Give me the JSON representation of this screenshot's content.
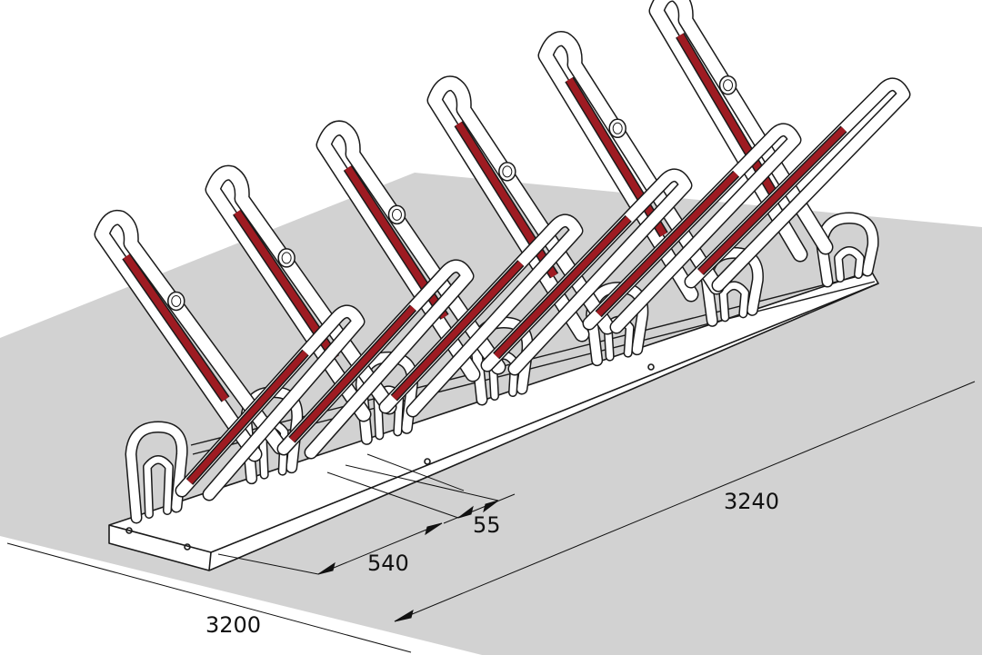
{
  "dimensions": {
    "total_length": "3240",
    "gap": "55",
    "spacing": "540",
    "depth": "3200"
  },
  "colors": {
    "floor": "#d2d2d2",
    "tube_outline": "#1a1a1a",
    "tube_fill": "#ffffff",
    "reflector": "#9e1b22",
    "dimension_line": "#111111"
  },
  "rack": {
    "upper_slot_count": 6,
    "lower_slot_count": 7
  }
}
